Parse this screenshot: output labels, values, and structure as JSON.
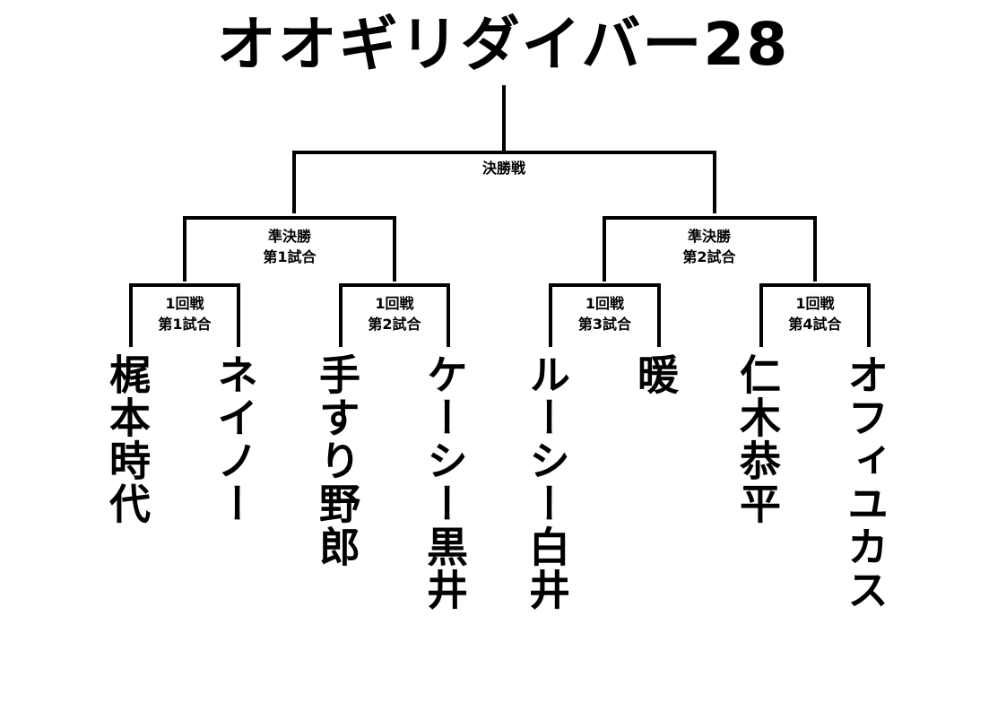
{
  "title": "オオギリダイバー28",
  "final": {
    "label": "決勝戦"
  },
  "semifinals": [
    {
      "line1": "準決勝",
      "line2": "第1試合"
    },
    {
      "line1": "準決勝",
      "line2": "第2試合"
    }
  ],
  "round1": [
    {
      "line1": "1回戦",
      "line2": "第1試合"
    },
    {
      "line1": "1回戦",
      "line2": "第2試合"
    },
    {
      "line1": "1回戦",
      "line2": "第3試合"
    },
    {
      "line1": "1回戦",
      "line2": "第4試合"
    }
  ],
  "entrants": [
    "梶本時代",
    "ネイノー",
    "手すり野郎",
    "ケーシー黒井",
    "ルーシー白井",
    "暖",
    "仁木恭平",
    "オフィユカス"
  ]
}
